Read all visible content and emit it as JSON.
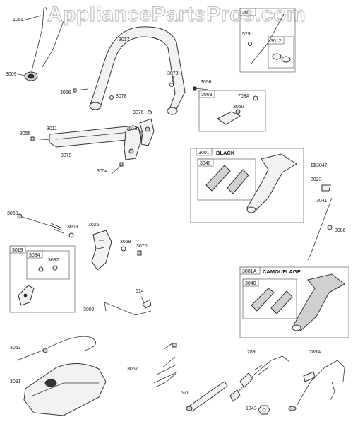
{
  "watermark": "AppliancePartsPros.com",
  "kit_labels": {
    "black": "BLACK",
    "camouflage": "CAMOUFLAGE"
  },
  "parts": {
    "p1054": "1054",
    "p3009": "3009",
    "p3056a": "3056",
    "p3056b": "3056",
    "p3017": "3017",
    "p3078a": "3078",
    "p3078b": "3078",
    "p3076": "3076",
    "p3011": "3011",
    "p3013": "3013",
    "p3055": "3055",
    "p3079": "3079",
    "p3054": "3054",
    "p301x": "30",
    "p529": "529",
    "p3012": "3012",
    "p3003": "3003",
    "p703A": "703A",
    "p3050": "3050",
    "p3001": "3001",
    "p3040a": "3040",
    "p3047": "3047",
    "p3023": "3023",
    "p3041": "3041",
    "p3086": "3086",
    "p3068": "3068",
    "p3069a": "3069",
    "p3025": "3025",
    "p3069b": "3069",
    "p3070": "3070",
    "p3019": "3019",
    "p3084": "3084",
    "p3092": "3092",
    "p614": "614",
    "p3002": "3002",
    "p3001A": "3001A",
    "p3040b": "3040",
    "p3053": "3053",
    "p3091": "3091",
    "p3057": "3057",
    "p621": "621",
    "p789": "789",
    "p789A": "789A",
    "p1343": "1343"
  }
}
